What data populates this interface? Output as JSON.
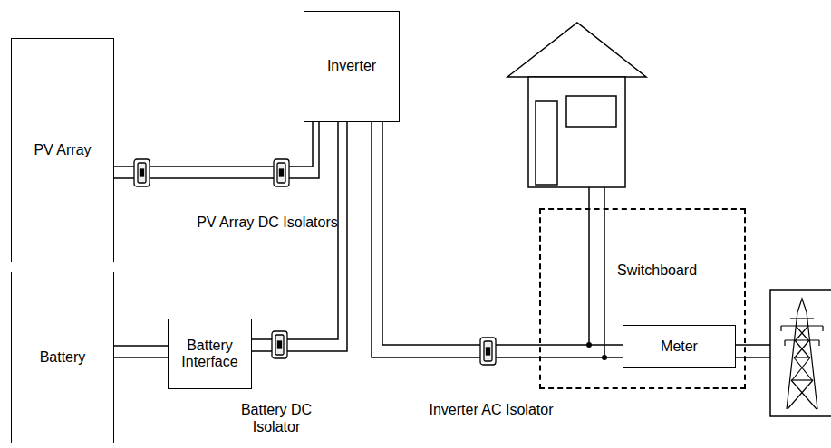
{
  "diagram": {
    "nodes": [
      {
        "text": [
          "Inverter"
        ]
      },
      {
        "text": [
          "PV Array"
        ]
      },
      {
        "text": [
          "Battery"
        ]
      },
      {
        "text": [
          "Battery Interface"
        ]
      },
      {
        "text": [
          "Switchboard"
        ]
      },
      {
        "text": [
          "Meter"
        ],
        "in": 4
      }
    ],
    "edges": [
      {
        "from": 1,
        "to": 0,
        "arrow": "none"
      },
      {
        "from": 2,
        "to": 3,
        "arrow": "none"
      },
      {
        "from": 3,
        "to": 0,
        "arrow": "none"
      },
      {
        "from": 0,
        "to": 5,
        "arrow": "none"
      }
    ],
    "labels": [
      "PV Array DC Isolators",
      "Battery DC Isolator",
      "Inverter AC Isolator"
    ]
  }
}
